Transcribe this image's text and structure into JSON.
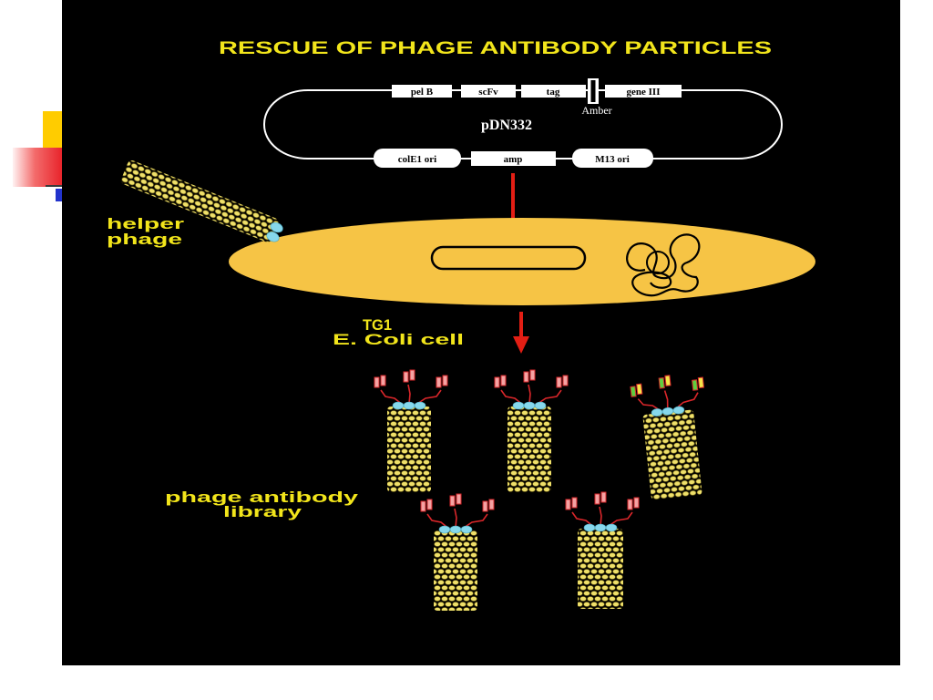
{
  "title": "RESCUE OF PHAGE ANTIBODY PARTICLES",
  "plasmid": {
    "name": "pDN332",
    "top_segments": [
      "pel B",
      "scFv",
      "tag",
      "gene III"
    ],
    "amber_label": "Amber",
    "bottom_segments": [
      "colE1 ori",
      "amp",
      "M13 ori"
    ]
  },
  "labels": {
    "helper_phage": [
      "helper",
      "phage"
    ],
    "cell": [
      "TG1",
      "E. Coli cell"
    ],
    "library": [
      "phage antibody",
      "library"
    ]
  },
  "colors": {
    "panel": "#000000",
    "label_yellow": "#f2e51b",
    "cell_fill": "#f6c445",
    "arrow": "#e31e14",
    "plasmid_line": "#ffffff",
    "phage_bead": "#efe06a",
    "phage_cap": "#86d8ec",
    "antibody": "#f4a3a3",
    "antibody_stalk": "#d9262a",
    "antibody_alt_green": "#5fcf3f",
    "antibody_alt_yellow": "#f3e64a",
    "slide_yellow": "#ffcc00",
    "slide_red": "#e8242b",
    "slide_blue": "#2233cc"
  }
}
